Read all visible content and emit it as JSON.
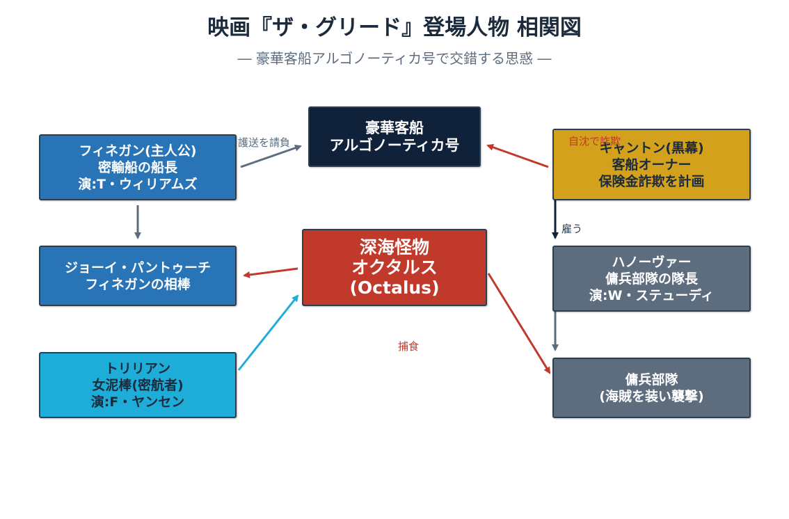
{
  "title": "映画『ザ・グリード』登場人物 相関図",
  "subtitle": "― 豪華客船アルゴノーティカ号で交錯する思惑 ―",
  "nodes": {
    "finnegan": {
      "lines": [
        "フィネガン(主人公)",
        "密輸船の船長",
        "演:T・ウィリアムズ"
      ]
    },
    "ship": {
      "lines": [
        "豪華客船",
        "アルゴノーティカ号"
      ]
    },
    "canton": {
      "lines": [
        "キャントン(黒幕)",
        "客船オーナー",
        "保険金詐欺を計画"
      ]
    },
    "joey": {
      "lines": [
        "ジョーイ・パントゥーチ",
        "フィネガンの相棒"
      ]
    },
    "octalus": {
      "lines": [
        "深海怪物",
        "オクタルス",
        "(Octalus)"
      ]
    },
    "hanover": {
      "lines": [
        "ハノーヴァー",
        "傭兵部隊の隊長",
        "演:W・ステューディ"
      ]
    },
    "trillian": {
      "lines": [
        "トリリアン",
        "女泥棒(密航者)",
        "演:F・ヤンセン"
      ]
    },
    "mercenaries": {
      "lines": [
        "傭兵部隊",
        "(海賊を装い襲撃)"
      ]
    }
  },
  "edge_labels": {
    "escort": "護送を請負",
    "sink": "自沈で詐欺",
    "hire": "雇う",
    "prey": "捕食"
  },
  "colors": {
    "finnegan": "#2874b6",
    "ship": "#10213a",
    "canton": "#d4a11c",
    "octalus": "#c0392b",
    "hanover": "#5d6d7e",
    "trillian": "#1eadd8",
    "edge_gray": "#5d6d7e",
    "edge_red": "#c0392b",
    "edge_navy": "#10213a",
    "edge_cyan": "#1eadd8"
  }
}
